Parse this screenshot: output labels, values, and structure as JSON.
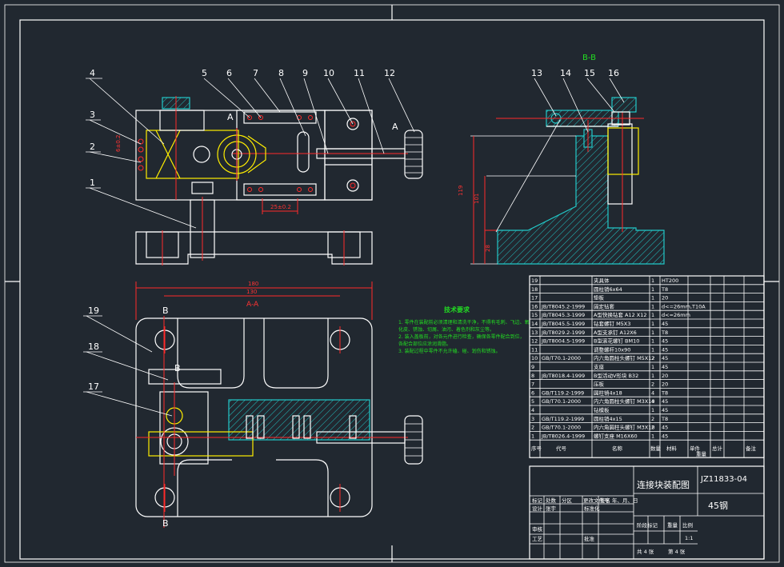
{
  "views": {
    "section_bb": "B-B",
    "section_aa": "A-A"
  },
  "part_labels_top": [
    "4",
    "3",
    "2",
    "1",
    "5",
    "6",
    "7",
    "8",
    "9",
    "10",
    "11",
    "12",
    "13",
    "14",
    "15",
    "16"
  ],
  "part_labels_bottom": [
    "19",
    "18",
    "17"
  ],
  "dimensions": {
    "d25": "25±0.2",
    "d180": "180",
    "d130": "130",
    "d119": "119",
    "d101": "101",
    "d28": "28",
    "d6": "6±0.2"
  },
  "tech_requirements": {
    "title": "技术要求",
    "lines": [
      "1. 零件在装配前必须清理和清洗干净，不得有毛刺、飞边、氧",
      "化皮、锈蚀、切屑、油污、着色剂和灰尘等。",
      "2. 装入盖板前，对各元件进行检查，确保各零件配合到位，",
      "各配合部位应涂润滑脂。",
      "3. 装配过程中零件不允许磕、碰、划伤和锈蚀。"
    ]
  },
  "bom": [
    {
      "no": "19",
      "code": "",
      "name": "夹具体",
      "qty": "1",
      "mat": "HT200"
    },
    {
      "no": "18",
      "code": "",
      "name": "圆柱销6x64",
      "qty": "1",
      "mat": "T8"
    },
    {
      "no": "17",
      "code": "",
      "name": "垫板",
      "qty": "1",
      "mat": "20"
    },
    {
      "no": "16",
      "code": "JB/T8045.2-1999",
      "name": "固定钻套",
      "qty": "1",
      "mat": "d<=26mm,T10A"
    },
    {
      "no": "15",
      "code": "JB/T8045.3-1999",
      "name": "A型快换钻套 A12 X12",
      "qty": "1",
      "mat": "d<=26mm"
    },
    {
      "no": "14",
      "code": "JB/T8045.5-1999",
      "name": "钻套螺钉 M5X3",
      "qty": "1",
      "mat": "45"
    },
    {
      "no": "13",
      "code": "JB/T8029.2-1999",
      "name": "A型支承钉 A12X6",
      "qty": "1",
      "mat": "T8"
    },
    {
      "no": "12",
      "code": "JB/T8004.5-1999",
      "name": "B型滚花螺钉 BM10",
      "qty": "1",
      "mat": "45"
    },
    {
      "no": "11",
      "code": "",
      "name": "调整螺杆10x90",
      "qty": "1",
      "mat": "45"
    },
    {
      "no": "10",
      "code": "GB/T70.1-2000",
      "name": "内六角圆柱头螺钉 M5X12",
      "qty": "2",
      "mat": "45"
    },
    {
      "no": "9",
      "code": "",
      "name": "支座",
      "qty": "1",
      "mat": "45"
    },
    {
      "no": "8",
      "code": "JB/T8018.4-1999",
      "name": "B型活动V形块 B32",
      "qty": "1",
      "mat": "20"
    },
    {
      "no": "7",
      "code": "",
      "name": "压板",
      "qty": "2",
      "mat": "20"
    },
    {
      "no": "6",
      "code": "GB/T119.2-1999",
      "name": "圆柱销4x18",
      "qty": "4",
      "mat": "T8"
    },
    {
      "no": "5",
      "code": "GB/T70.1-2000",
      "name": "内六角圆柱头螺钉 M3X10",
      "qty": "4",
      "mat": "45"
    },
    {
      "no": "4",
      "code": "",
      "name": "钻模板",
      "qty": "1",
      "mat": "45"
    },
    {
      "no": "3",
      "code": "GB/T119.2-1999",
      "name": "圆柱销4x15",
      "qty": "2",
      "mat": "T8"
    },
    {
      "no": "2",
      "code": "GB/T70.1-2000",
      "name": "内六角圆柱头螺钉 M3X10",
      "qty": "2",
      "mat": "45"
    },
    {
      "no": "1",
      "code": "JB/T8026.4-1999",
      "name": "螺钉支座 M16X60",
      "qty": "1",
      "mat": "45"
    }
  ],
  "bom_header": {
    "no": "序号",
    "code": "代号",
    "name": "名称",
    "qty": "数量",
    "mat": "材料",
    "unit_total_1": "单件",
    "unit_total_2": "总计",
    "weight": "重量",
    "remark": "备注"
  },
  "title_block": {
    "drawing_name": "连接块装配图",
    "drawing_no": "JZ11833-04",
    "material": "45钢",
    "scale": "1:1",
    "sheet_total": "共 4 张",
    "sheet_no": "第 4 张",
    "row_labels": [
      "标记",
      "处数",
      "分区",
      "更改文件号",
      "签名",
      "年、月、日"
    ],
    "design": "设计",
    "designer": "张宇",
    "standard": "标准化",
    "stage": "阶段标记",
    "weight": "重量",
    "ratio": "比例",
    "check": "审核",
    "process": "工艺",
    "approve": "批准"
  }
}
